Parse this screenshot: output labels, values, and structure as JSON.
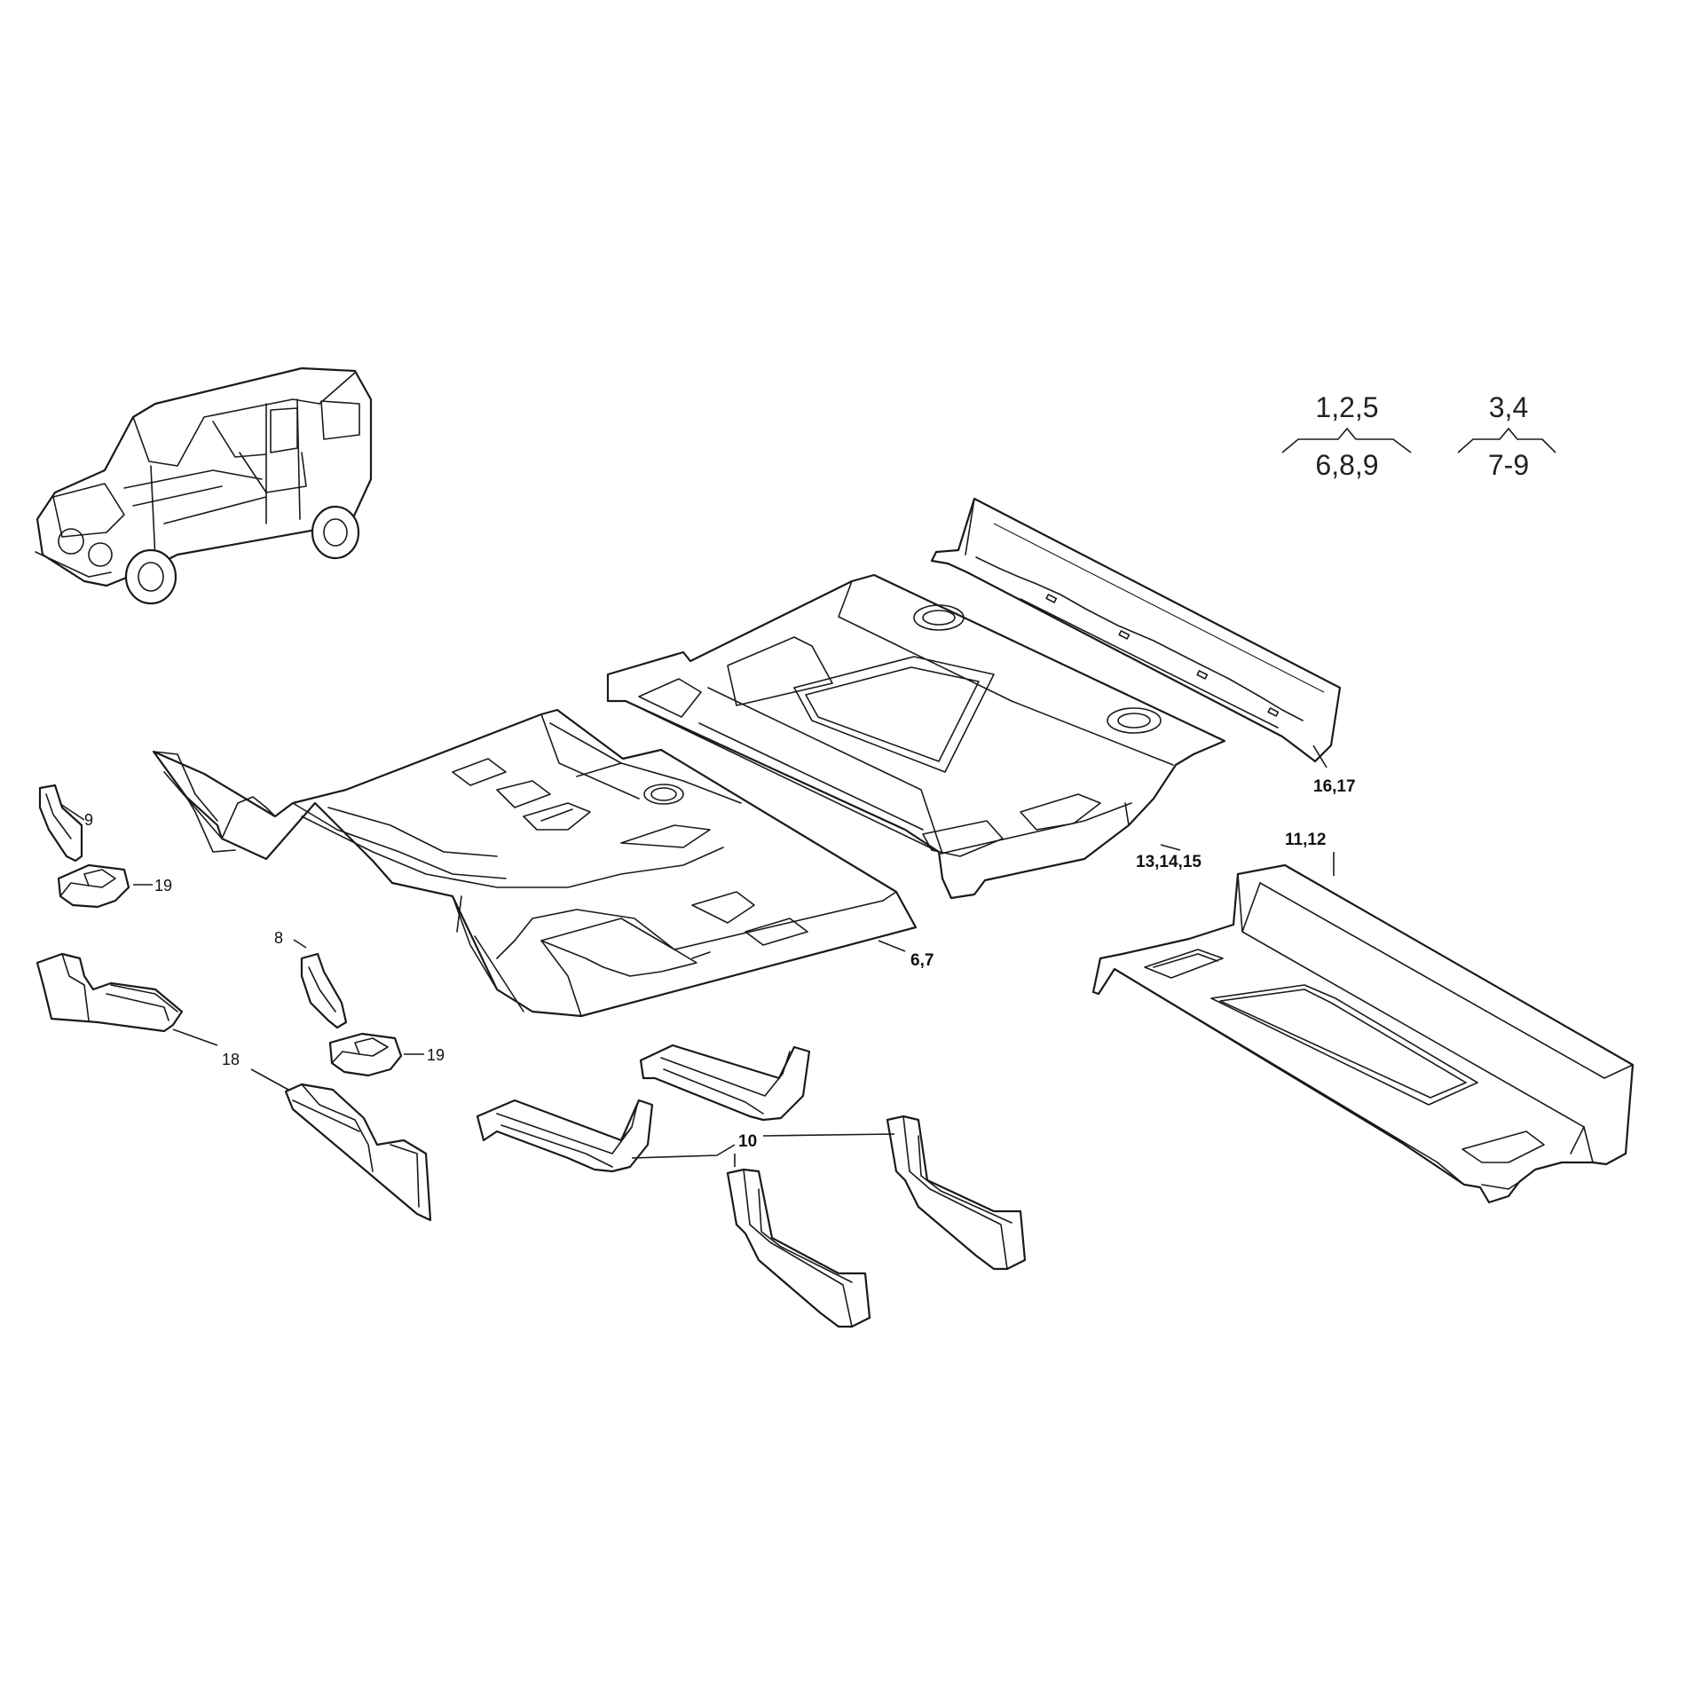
{
  "variants": [
    {
      "models_top": "1,2,5",
      "models_bottom": "6,8,9"
    },
    {
      "models_top": "3,4",
      "models_bottom": "7-9"
    }
  ],
  "callouts": {
    "p6_7": "6,7",
    "p8": "8",
    "p9": "9",
    "p10": "10",
    "p11_12": "11,12",
    "p13_14_15": "13,14,15",
    "p16_17": "16,17",
    "p18": "18",
    "p19_a": "19",
    "p19_b": "19"
  }
}
